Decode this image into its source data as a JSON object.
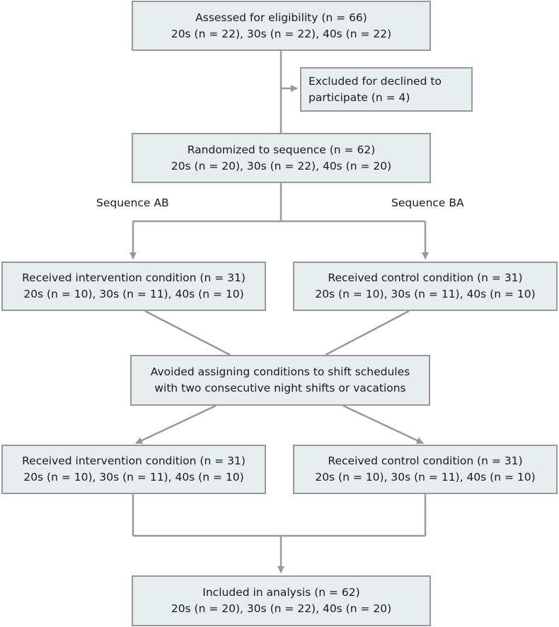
{
  "boxes": {
    "eligibility": {
      "line1": "Assessed for eligibility (n = 66)",
      "line2": "20s (n = 22), 30s (n = 22), 40s (n = 22)"
    },
    "excluded": {
      "line1": "Excluded for declined to",
      "line2": "participate (n = 4)"
    },
    "randomized": {
      "line1": "Randomized to sequence (n = 62)",
      "line2": "20s (n = 20), 30s (n = 22), 40s (n = 20)"
    },
    "ab_period1": {
      "line1": "Received intervention condition (n = 31)",
      "line2": "20s (n = 10), 30s (n = 11), 40s (n = 10)"
    },
    "ba_period1": {
      "line1": "Received control condition (n = 31)",
      "line2": "20s (n = 10), 30s (n = 11), 40s (n = 10)"
    },
    "washout": {
      "line1": "Avoided assigning conditions to shift schedules",
      "line2": "with two consecutive night shifts or vacations"
    },
    "ab_period2": {
      "line1": "Received intervention condition (n = 31)",
      "line2": "20s (n = 10), 30s (n = 11), 40s (n = 10)"
    },
    "ba_period2": {
      "line1": "Received control condition (n = 31)",
      "line2": "20s (n = 10), 30s (n = 11), 40s (n = 10)"
    },
    "analysis": {
      "line1": "Included in analysis (n = 62)",
      "line2": "20s (n = 20), 30s (n = 22), 40s (n = 20)"
    }
  },
  "labels": {
    "sequence_ab": "Sequence AB",
    "sequence_ba": "Sequence BA"
  },
  "colors": {
    "box_fill": "#e6eeee",
    "box_border": "#999999",
    "connector": "#999999",
    "text": "#1a1a1a"
  }
}
